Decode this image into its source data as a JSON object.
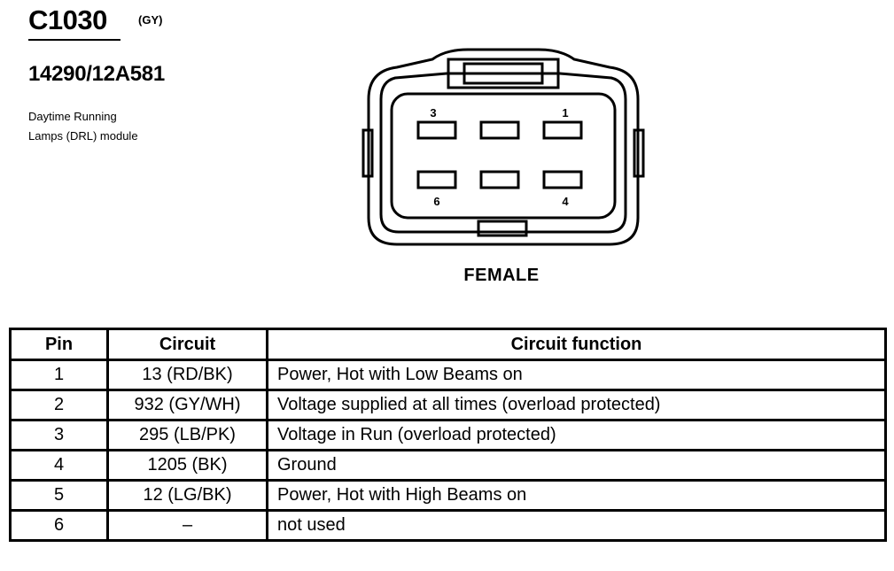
{
  "header": {
    "connector_id": "C1030",
    "connector_color": "(GY)",
    "part_number": "14290/12A581",
    "description": [
      "Daytime Running",
      "Lamps (DRL) module"
    ]
  },
  "connector": {
    "gender": "FEMALE",
    "pin_labels": {
      "top_left": "3",
      "top_right": "1",
      "bottom_left": "6",
      "bottom_right": "4"
    }
  },
  "table": {
    "headers": [
      "Pin",
      "Circuit",
      "Circuit function"
    ],
    "rows": [
      {
        "pin": "1",
        "circuit": "13 (RD/BK)",
        "function": "Power, Hot with Low Beams on"
      },
      {
        "pin": "2",
        "circuit": "932 (GY/WH)",
        "function": "Voltage supplied at all times (overload protected)"
      },
      {
        "pin": "3",
        "circuit": "295 (LB/PK)",
        "function": "Voltage in Run (overload protected)"
      },
      {
        "pin": "4",
        "circuit": "1205 (BK)",
        "function": "Ground"
      },
      {
        "pin": "5",
        "circuit": "12 (LG/BK)",
        "function": "Power, Hot with High Beams on"
      },
      {
        "pin": "6",
        "circuit": "–",
        "function": "not used"
      }
    ]
  }
}
